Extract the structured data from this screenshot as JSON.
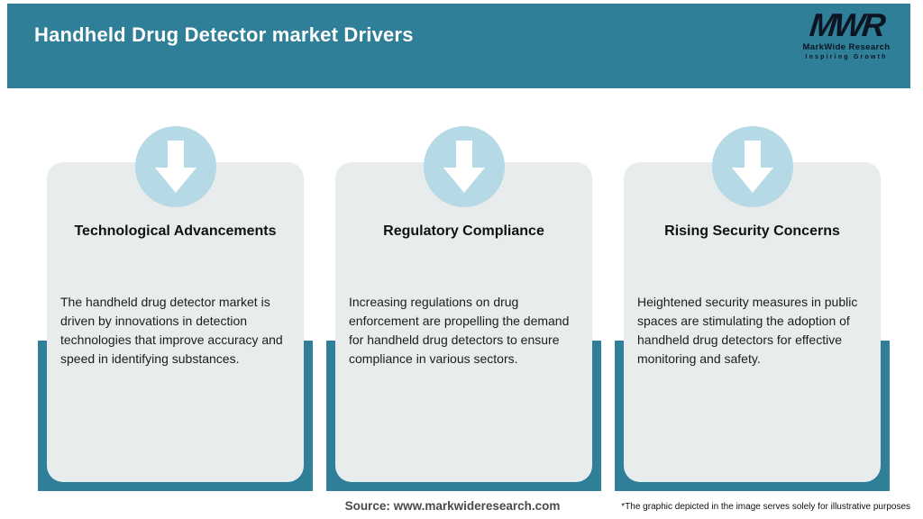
{
  "header": {
    "title": "Handheld Drug Detector market Drivers",
    "logo": {
      "monogram": "MWR",
      "name": "MarkWide Research",
      "tagline": "Inspiring Growth"
    }
  },
  "cards": [
    {
      "title": "Technological Advancements",
      "body": "The handheld drug detector market is driven by innovations in detection technologies that improve accuracy and speed in identifying substances."
    },
    {
      "title": "Regulatory Compliance",
      "body": "Increasing regulations on drug enforcement are propelling the demand for handheld drug detectors to ensure compliance in various sectors."
    },
    {
      "title": "Rising Security Concerns",
      "body": "Heightened security measures in public spaces are stimulating the adoption of handheld drug detectors for effective monitoring and safety."
    }
  ],
  "footer": {
    "source": "Source: www.markwideresearch.com",
    "disclaimer": "*The graphic depicted in the image serves solely for illustrative purposes"
  },
  "icons": {
    "card_icon": "down-arrow-icon"
  },
  "colors": {
    "header_teal": "#2e7f97",
    "card_backing_teal": "#2e7f97",
    "card_background": "#e9eced",
    "circle_blue": "#b5d9e5",
    "arrow_white": "#ffffff",
    "title_white": "#ffffff",
    "text_dark": "#1c1c1c",
    "source_gray": "#4a4a4a"
  }
}
